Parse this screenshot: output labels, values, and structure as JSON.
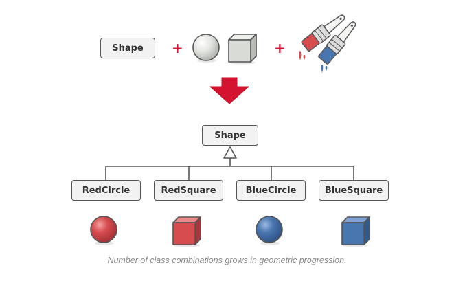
{
  "top_row": {
    "shape_label": "Shape",
    "plus_sign": "+"
  },
  "hierarchy": {
    "parent_label": "Shape",
    "children": [
      {
        "label": "RedCircle",
        "shape": "sphere",
        "color": "#d74c4f"
      },
      {
        "label": "RedSquare",
        "shape": "cube",
        "color": "#d74c4f"
      },
      {
        "label": "BlueCircle",
        "shape": "sphere",
        "color": "#4a76b0"
      },
      {
        "label": "BlueSquare",
        "shape": "cube",
        "color": "#4a76b0"
      }
    ]
  },
  "colors": {
    "accent_red": "#d3132f",
    "paint_red": "#d74c4f",
    "paint_blue": "#4a76b0",
    "neutral_gray": "#d9dbd6",
    "box_border": "#555555",
    "box_fill": "#f2f2f2"
  },
  "icons": [
    "gray-sphere-icon",
    "gray-cube-icon",
    "red-paintbrush-icon",
    "blue-paintbrush-icon",
    "down-arrow-icon",
    "inheritance-triangle-icon"
  ],
  "caption": "Number of class combinations grows in geometric progression."
}
